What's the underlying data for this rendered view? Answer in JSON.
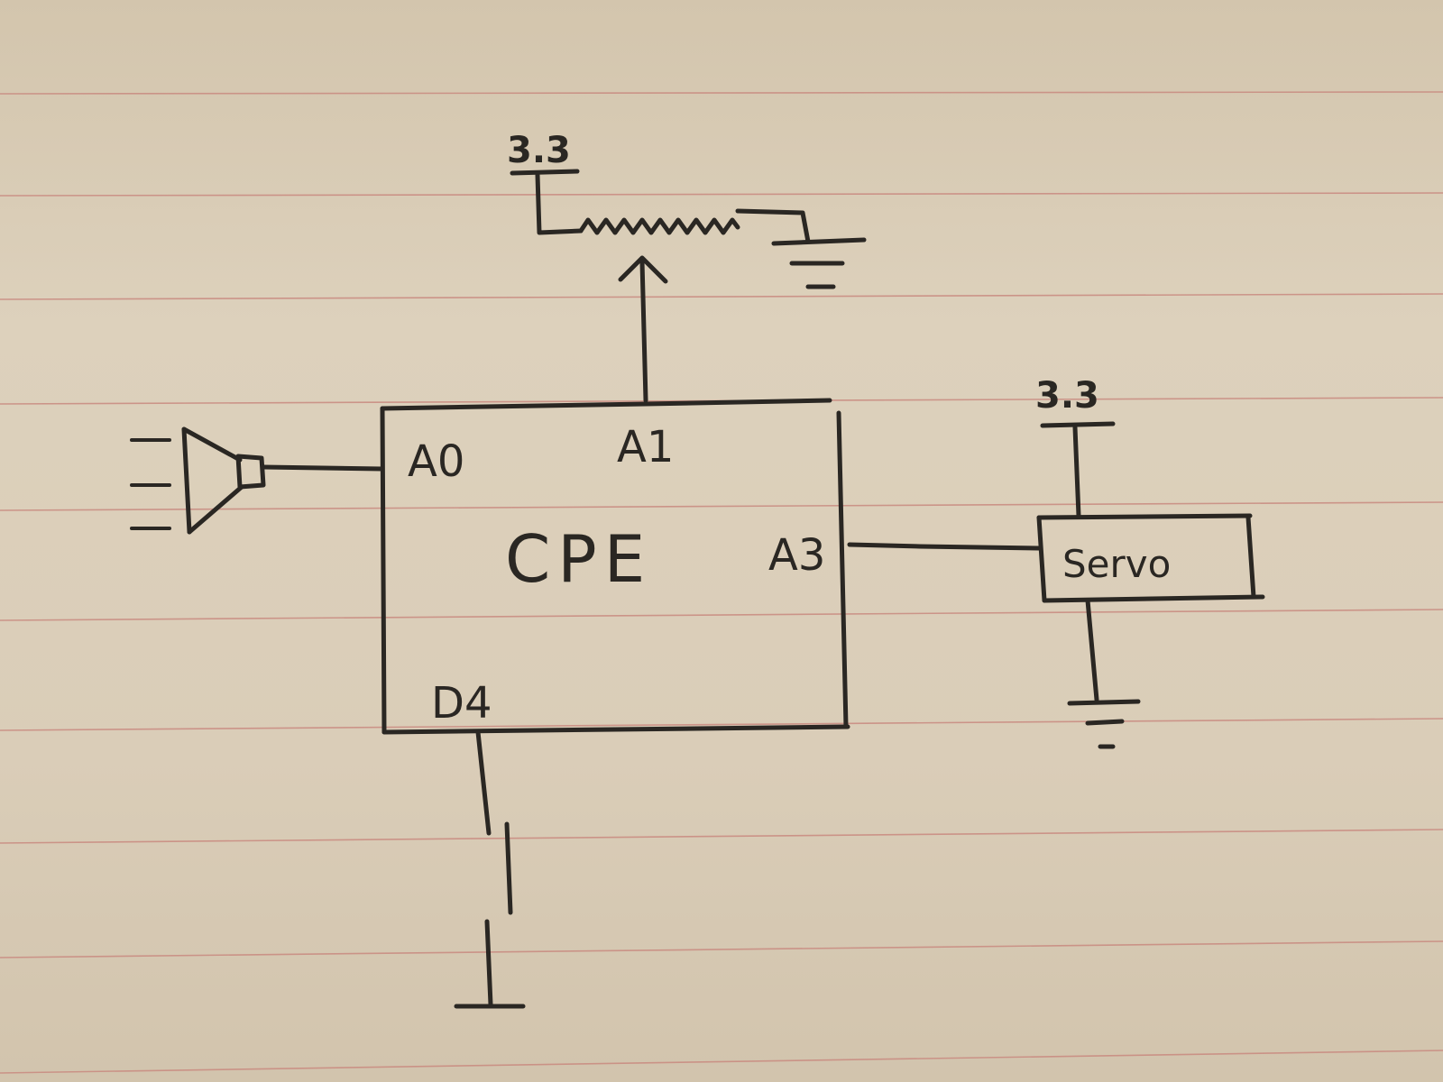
{
  "diagram": {
    "block": {
      "label": "CPE"
    },
    "pins": {
      "a0": "A0",
      "a1": "A1",
      "a3": "A3",
      "d4": "D4"
    },
    "supplies": {
      "pot_supply": "3.3",
      "servo_supply": "3.3"
    },
    "servo": {
      "label": "Servo"
    },
    "components": {
      "speaker": "speaker-icon",
      "potentiometer": "potentiometer-icon",
      "switch": "pushbutton-switch-icon",
      "ground": "ground-icon"
    },
    "colors": {
      "paper": "#dacdb8",
      "ruled_line": "#c98a80",
      "ink": "#2a2723"
    }
  }
}
